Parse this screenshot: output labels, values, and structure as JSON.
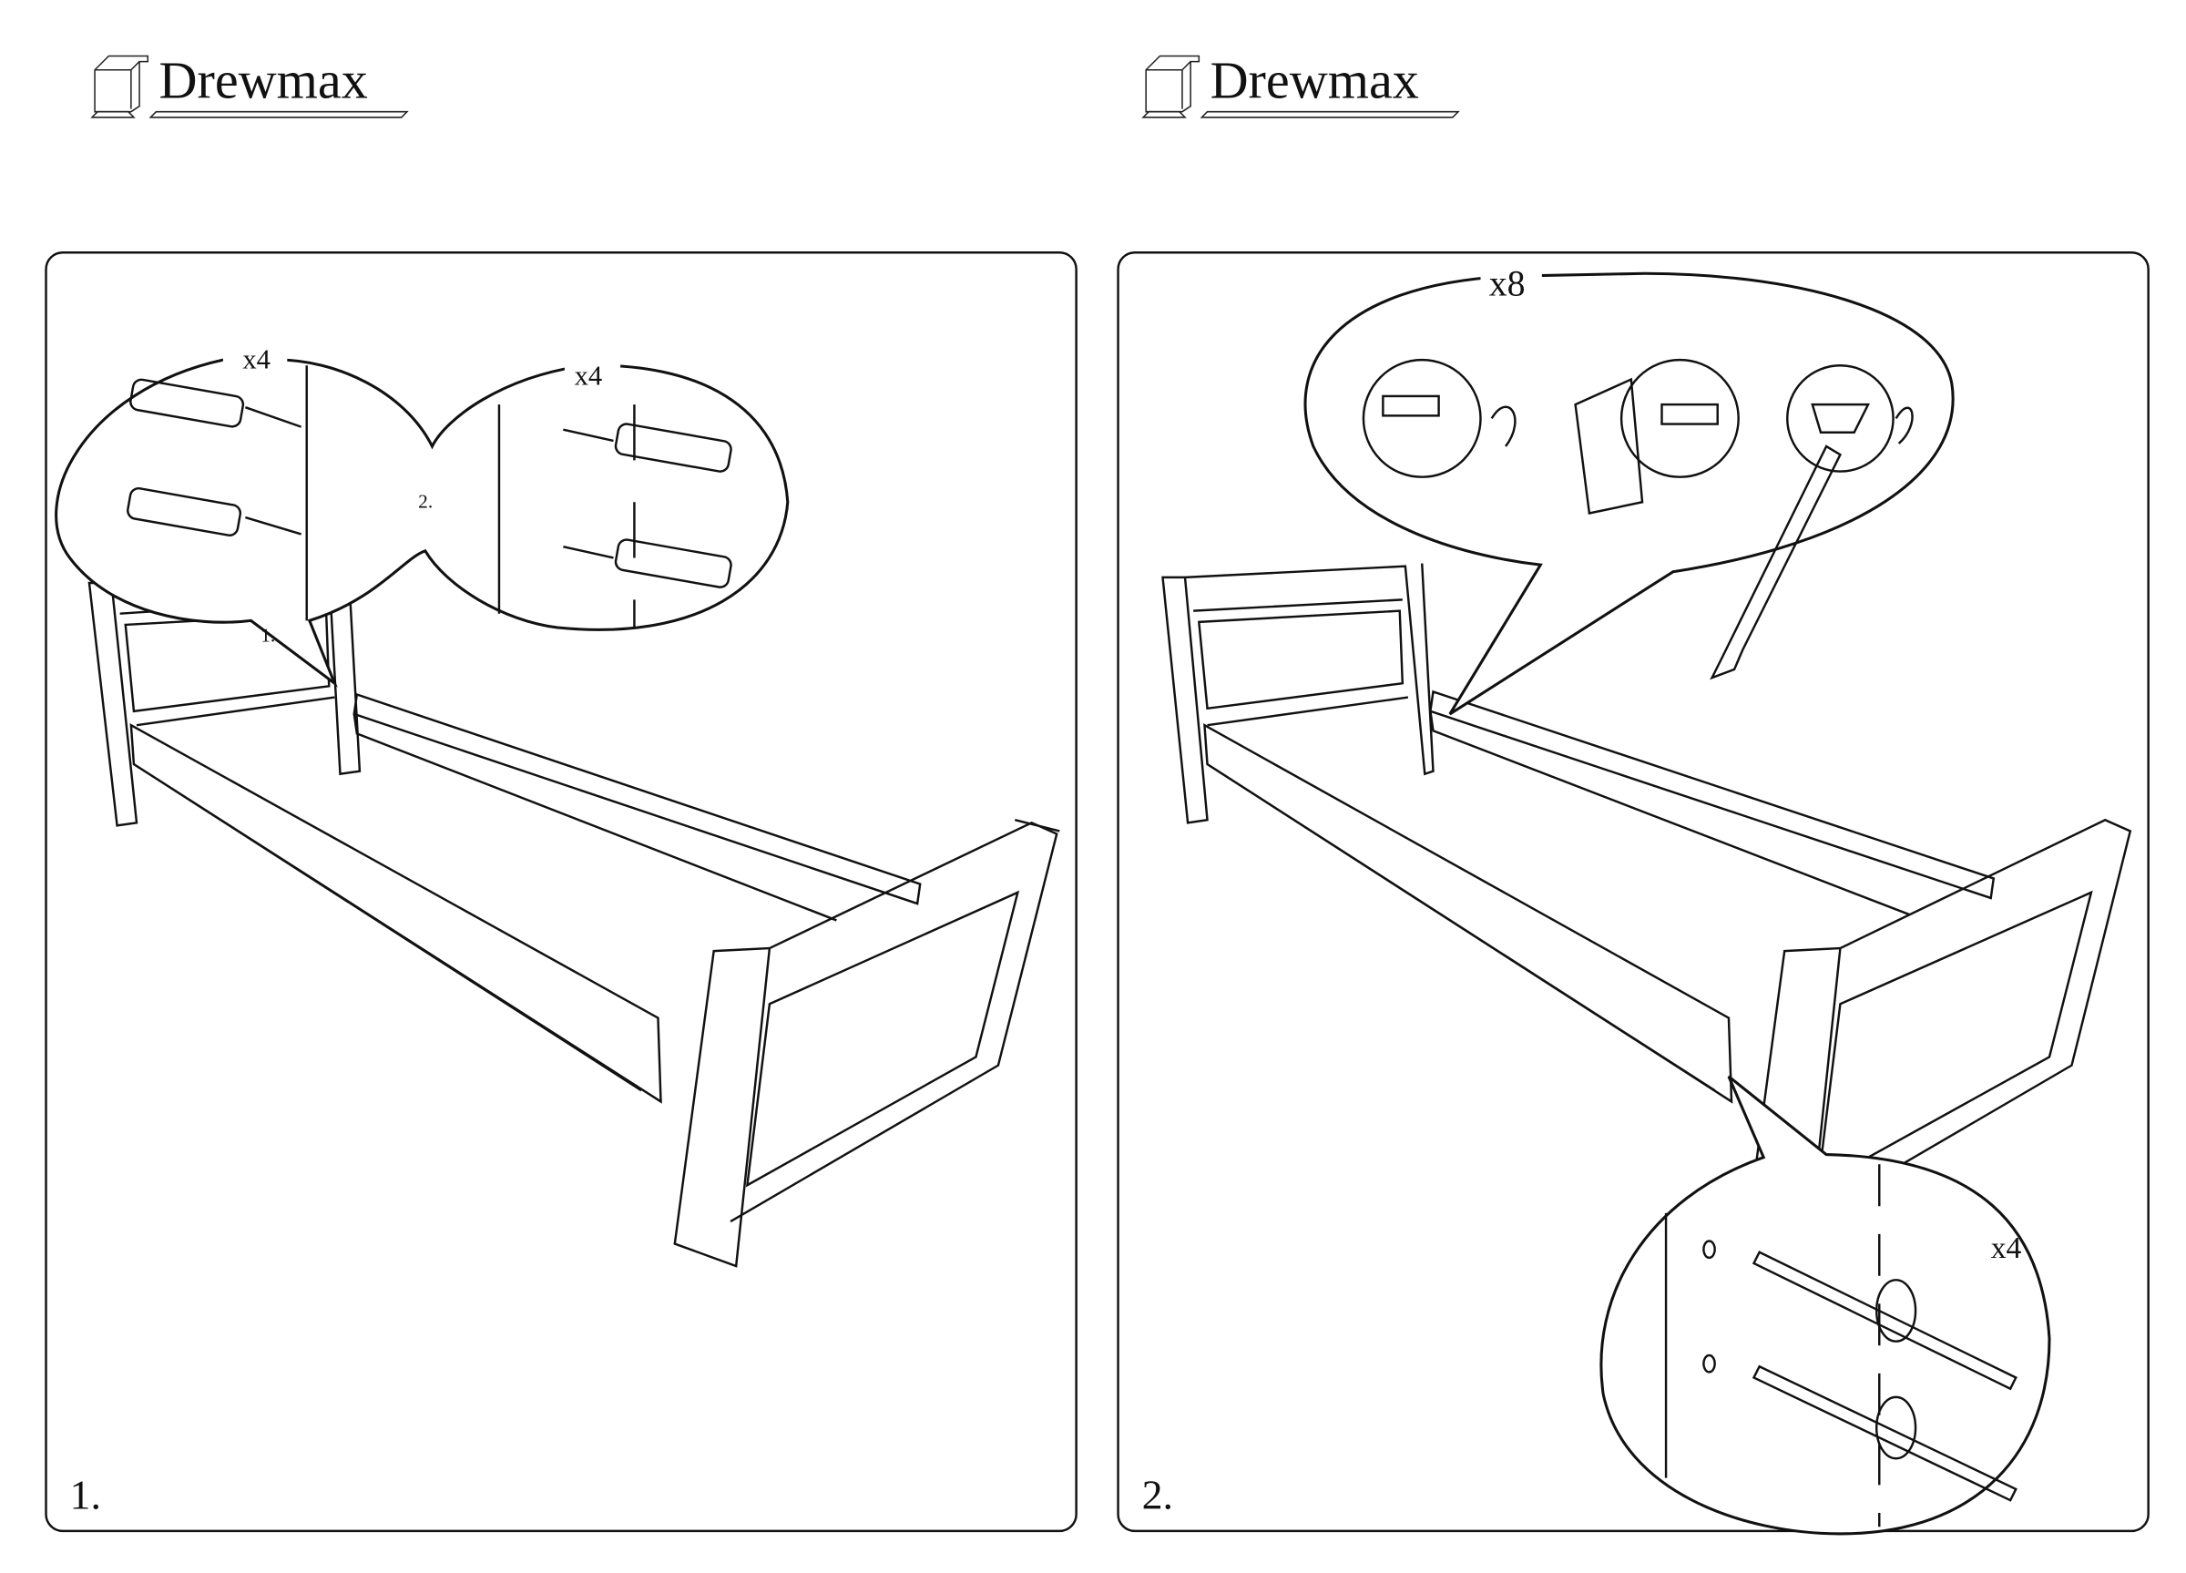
{
  "logos": [
    {
      "brand": "Drewmax"
    },
    {
      "brand": "Drewmax"
    }
  ],
  "steps": [
    {
      "number": "1.",
      "callout_left": {
        "quantity": "x4",
        "substep": "1."
      },
      "callout_right": {
        "quantity": "x4",
        "substep": "2."
      }
    },
    {
      "number": "2.",
      "callout_top": {
        "quantity": "x8"
      },
      "callout_bottom": {
        "quantity": "x4"
      }
    }
  ]
}
